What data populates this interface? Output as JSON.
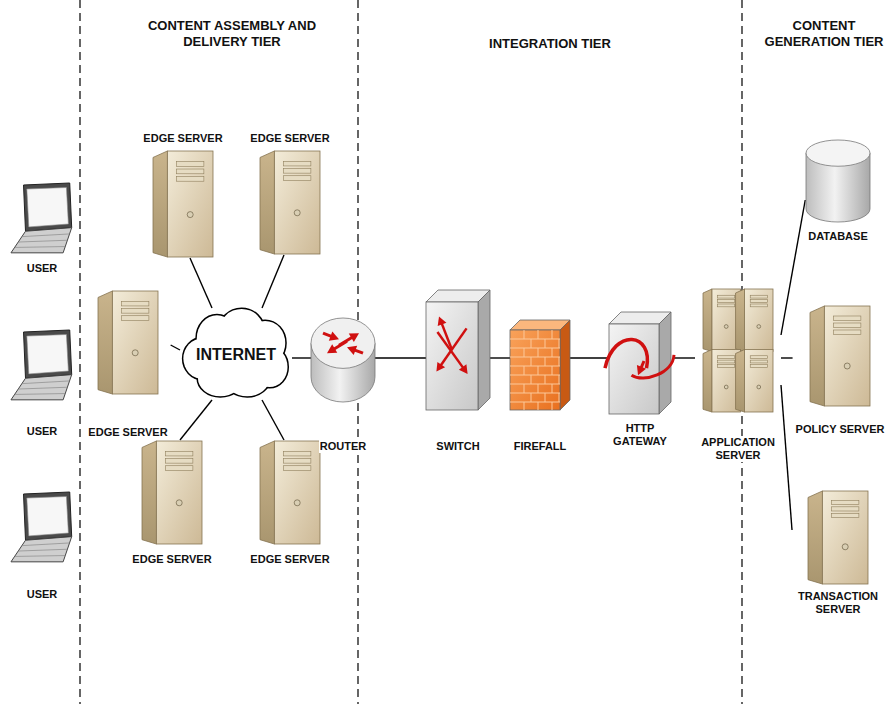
{
  "diagram": {
    "nodes": [
      {
        "text": [
          "USER"
        ]
      },
      {
        "text": [
          "USER"
        ]
      },
      {
        "text": [
          "USER"
        ]
      },
      {
        "text": [
          "EDGE SERVER"
        ]
      },
      {
        "text": [
          "EDGE SERVER"
        ]
      },
      {
        "text": [
          "EDGE SERVER"
        ]
      },
      {
        "text": [
          "INTERNET"
        ]
      },
      {
        "text": [
          "EDGE SERVER"
        ]
      },
      {
        "text": [
          "EDGE SERVER"
        ]
      },
      {
        "text": [
          "ROUTER"
        ]
      },
      {
        "text": [
          "SWITCH"
        ]
      },
      {
        "text": [
          "FIREFALL"
        ]
      },
      {
        "text": [
          "HTTP GATEWAY"
        ]
      },
      {
        "text": [
          "APPLICATION SERVER"
        ]
      },
      {
        "text": [
          "DATABASE"
        ]
      },
      {
        "text": [
          "POLICY SERVER"
        ]
      },
      {
        "text": [
          "TRANSACTION SERVER"
        ]
      }
    ],
    "edges": [
      {
        "from": 3,
        "to": 6,
        "arrow": "none"
      },
      {
        "from": 4,
        "to": 6,
        "arrow": "none"
      },
      {
        "from": 5,
        "to": 6,
        "arrow": "none"
      },
      {
        "from": 7,
        "to": 6,
        "arrow": "none"
      },
      {
        "from": 8,
        "to": 6,
        "arrow": "none"
      },
      {
        "from": 6,
        "to": 9,
        "arrow": "none"
      },
      {
        "from": 9,
        "to": 10,
        "arrow": "none"
      },
      {
        "from": 10,
        "to": 11,
        "arrow": "none"
      },
      {
        "from": 11,
        "to": 12,
        "arrow": "none"
      },
      {
        "from": 12,
        "to": 13,
        "arrow": "none"
      },
      {
        "from": 13,
        "to": 14,
        "arrow": "none"
      },
      {
        "from": 13,
        "to": 15,
        "arrow": "none"
      },
      {
        "from": 13,
        "to": 16,
        "arrow": "none"
      }
    ],
    "labels": [
      "CONTENT ASSEMBLY AND DELIVERY TIER",
      "INTEGRATION TIER",
      "CONTENT GENERATION TIER"
    ]
  }
}
